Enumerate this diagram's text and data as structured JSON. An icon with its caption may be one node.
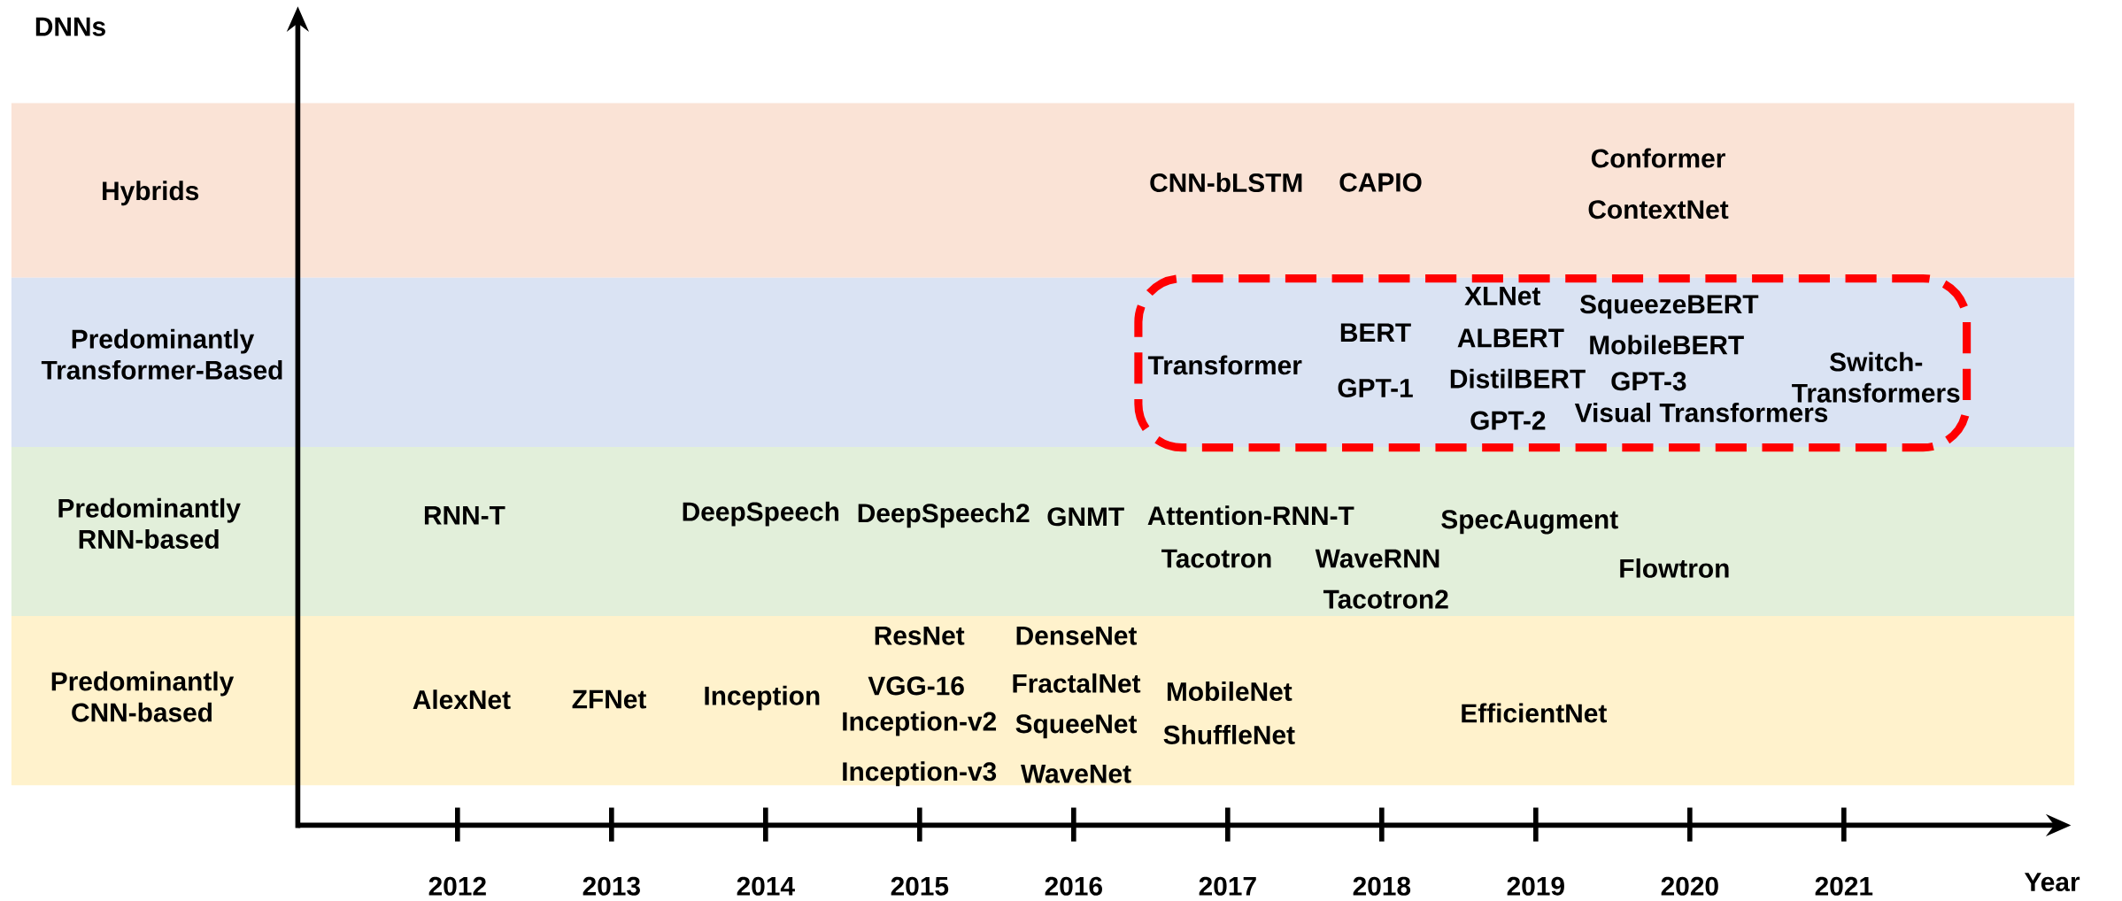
{
  "diagram": {
    "nodes": [
      {
        "text": [
          "Hybrids"
        ]
      },
      {
        "text": [
          "CNN-bLSTM"
        ],
        "in": 0
      },
      {
        "text": [
          "CAPIO"
        ],
        "in": 0
      },
      {
        "text": [
          "Conformer"
        ],
        "in": 0
      },
      {
        "text": [
          "ContextNet"
        ],
        "in": 0
      },
      {
        "text": [
          "Predominantly Transformer-Based"
        ]
      },
      {
        "text": [],
        "shape": "box",
        "in": 5
      },
      {
        "text": [
          "Transformer"
        ],
        "in": 6
      },
      {
        "text": [
          "BERT"
        ],
        "in": 6
      },
      {
        "text": [
          "GPT-1"
        ],
        "in": 6
      },
      {
        "text": [
          "XLNet"
        ],
        "in": 6
      },
      {
        "text": [
          "ALBERT"
        ],
        "in": 6
      },
      {
        "text": [
          "DistilBERT"
        ],
        "in": 6
      },
      {
        "text": [
          "GPT-2"
        ],
        "in": 6
      },
      {
        "text": [
          "SqueezeBERT"
        ],
        "in": 6
      },
      {
        "text": [
          "MobileBERT"
        ],
        "in": 6
      },
      {
        "text": [
          "GPT-3"
        ],
        "in": 6
      },
      {
        "text": [
          "Visual Transformers"
        ],
        "in": 6
      },
      {
        "text": [
          "Switch- Transformers"
        ],
        "in": 6
      },
      {
        "text": [
          "Predominantly RNN-based"
        ]
      },
      {
        "text": [
          "RNN-T"
        ],
        "in": 19
      },
      {
        "text": [
          "DeepSpeech"
        ],
        "in": 19
      },
      {
        "text": [
          "DeepSpeech2"
        ],
        "in": 19
      },
      {
        "text": [
          "GNMT"
        ],
        "in": 19
      },
      {
        "text": [
          "Attention-RNN-T"
        ],
        "in": 19
      },
      {
        "text": [
          "Tacotron"
        ],
        "in": 19
      },
      {
        "text": [
          "WaveRNN"
        ],
        "in": 19
      },
      {
        "text": [
          "Tacotron2"
        ],
        "in": 19
      },
      {
        "text": [
          "SpecAugment"
        ],
        "in": 19
      },
      {
        "text": [
          "Flowtron"
        ],
        "in": 19
      },
      {
        "text": [
          "Predominantly CNN-based"
        ]
      },
      {
        "text": [
          "AlexNet"
        ],
        "in": 30
      },
      {
        "text": [
          "ZFNet"
        ],
        "in": 30
      },
      {
        "text": [
          "Inception"
        ],
        "in": 30
      },
      {
        "text": [
          "ResNet"
        ],
        "in": 30
      },
      {
        "text": [
          "VGG-16"
        ],
        "in": 30
      },
      {
        "text": [
          "Inception-v2"
        ],
        "in": 30
      },
      {
        "text": [
          "Inception-v3"
        ],
        "in": 30
      },
      {
        "text": [
          "DenseNet"
        ],
        "in": 30
      },
      {
        "text": [
          "FractalNet"
        ],
        "in": 30
      },
      {
        "text": [
          "SqueeNet"
        ],
        "in": 30
      },
      {
        "text": [
          "WaveNet"
        ],
        "in": 30
      },
      {
        "text": [
          "MobileNet"
        ],
        "in": 30
      },
      {
        "text": [
          "ShuffleNet"
        ],
        "in": 30
      },
      {
        "text": [
          "EfficientNet"
        ],
        "in": 30
      }
    ],
    "labels": [
      "DNNs",
      "2012",
      "2013",
      "2014",
      "2015",
      "2016",
      "2017",
      "2018",
      "2019",
      "2020",
      "2021",
      "Year"
    ]
  }
}
